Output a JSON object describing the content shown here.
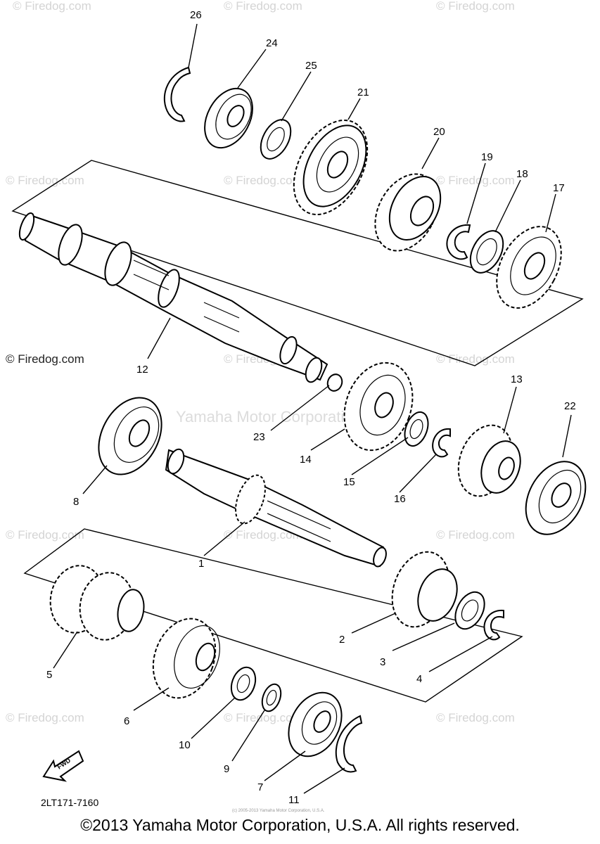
{
  "watermark": {
    "text": "© Firedog.com",
    "manufacturer_text": "Yamaha Motor Corporation"
  },
  "diagram": {
    "part_code": "2LT171-7160",
    "fwd_label": "FWD",
    "small_copyright": "(c) 2005-2013 Yamaha Motor Corporation, U.S.A.",
    "callouts": [
      "1",
      "2",
      "3",
      "4",
      "5",
      "6",
      "7",
      "8",
      "9",
      "10",
      "11",
      "12",
      "13",
      "14",
      "15",
      "16",
      "17",
      "18",
      "19",
      "20",
      "21",
      "22",
      "23",
      "24",
      "25",
      "26"
    ]
  },
  "footer": {
    "copyright": "©2013 Yamaha Motor Corporation, U.S.A. All rights reserved."
  }
}
